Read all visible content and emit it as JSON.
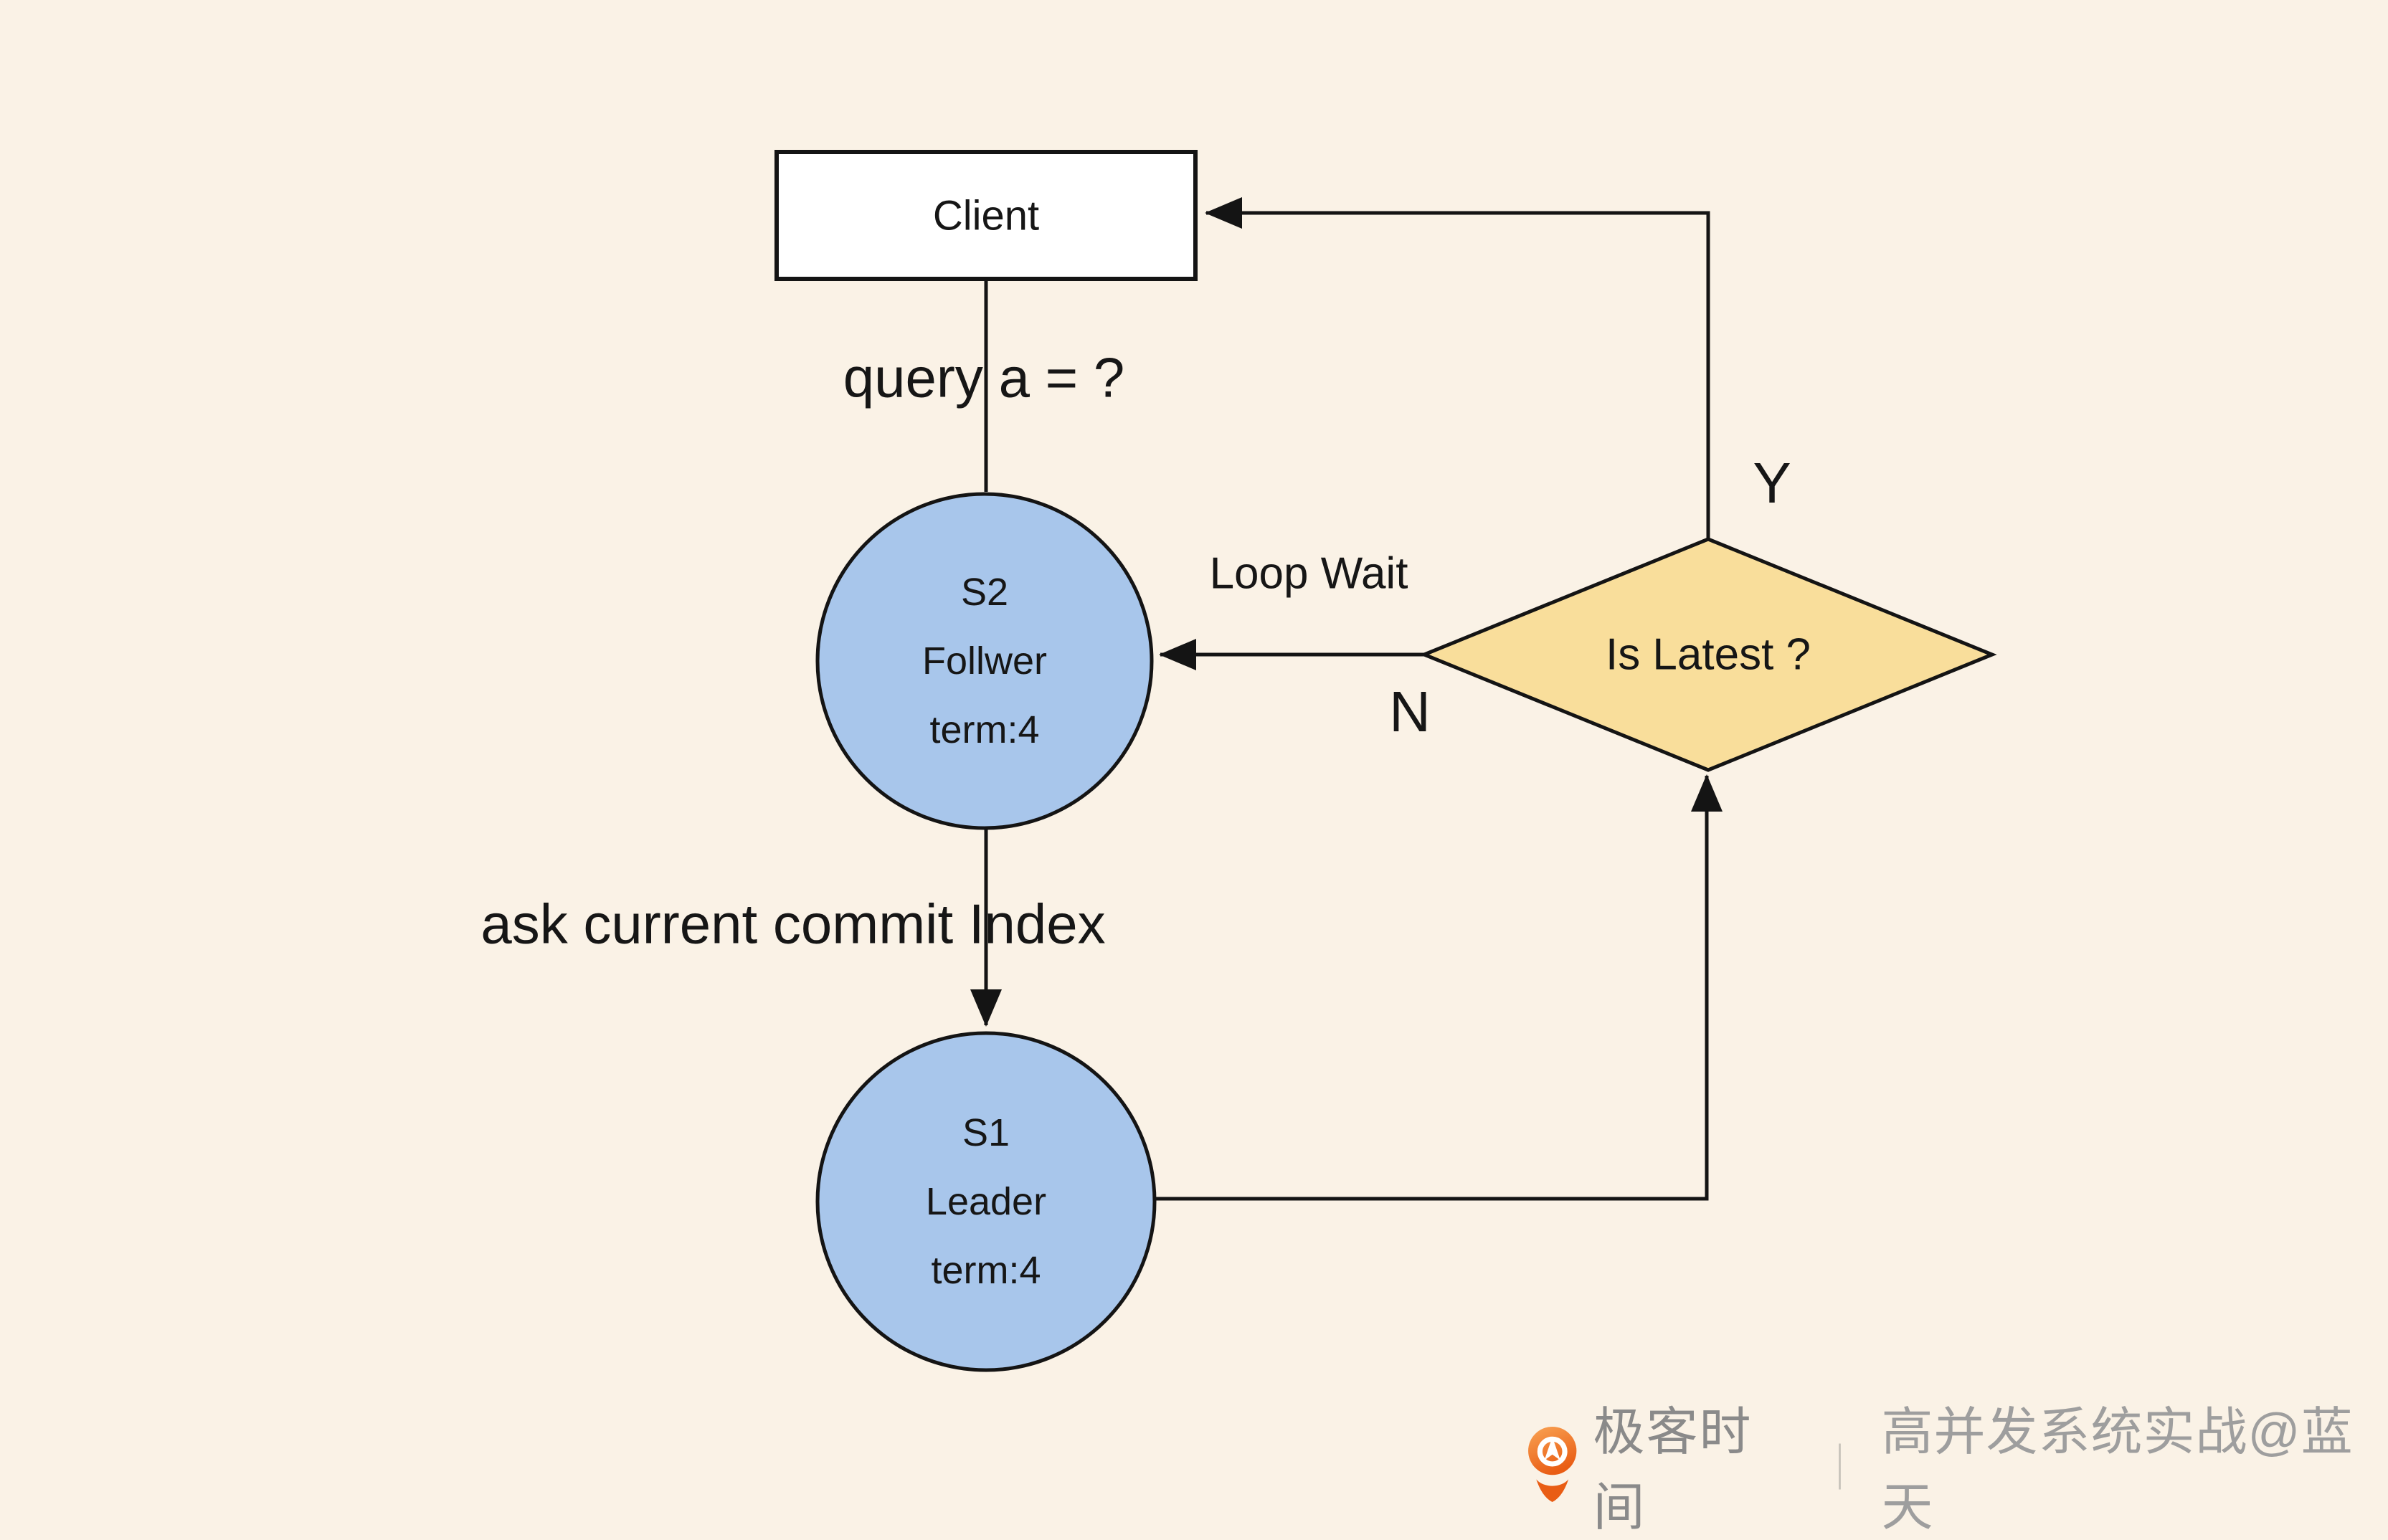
{
  "diagram": {
    "client": {
      "label": "Client"
    },
    "nodes": {
      "s2": {
        "lines": [
          "S2",
          "Follwer",
          "term:4"
        ]
      },
      "s1": {
        "lines": [
          "S1",
          "Leader",
          "term:4"
        ]
      }
    },
    "decision": {
      "label": "Is Latest ?"
    },
    "edge_labels": {
      "query": "query a = ?",
      "ask_commit": "ask current commit Index",
      "loop_wait": "Loop Wait",
      "yes": "Y",
      "no": "N"
    }
  },
  "watermark": {
    "brand": "极客时间",
    "separator": "｜",
    "credit": "高并发系统实战@蓝天",
    "logo_icon": "geektime-logo"
  },
  "colors": {
    "bg": "#FAF2E6",
    "node_fill": "#A8C6EB",
    "decision_fill": "#F9DE9B",
    "stroke": "#141414",
    "box_fill": "#FFFFFF",
    "brand_gray": "#8A8A8A",
    "credit_gray": "#9E9E9E",
    "separator_gray": "#C6C2BA",
    "logo_orange_light": "#F9A455",
    "logo_orange_dark": "#E95D14"
  }
}
